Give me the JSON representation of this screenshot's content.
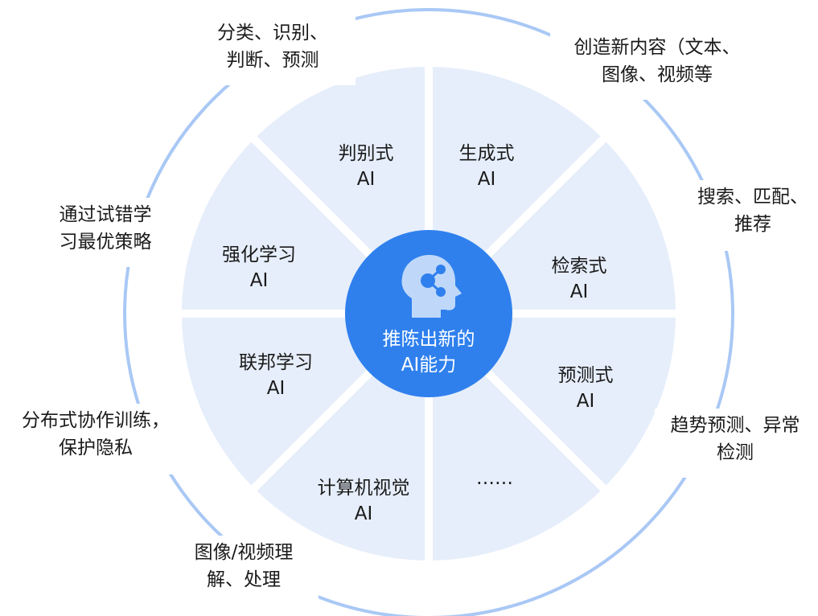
{
  "center": {
    "line1": "推陈出新的",
    "line2": "AI能力"
  },
  "segments": [
    {
      "line1": "判别式",
      "line2": "AI"
    },
    {
      "line1": "生成式",
      "line2": "AI"
    },
    {
      "line1": "检索式",
      "line2": "AI"
    },
    {
      "line1": "预测式",
      "line2": "AI"
    },
    {
      "line1": "……",
      "line2": ""
    },
    {
      "line1": "计算机视觉",
      "line2": "AI"
    },
    {
      "line1": "联邦学习",
      "line2": "AI"
    },
    {
      "line1": "强化学习",
      "line2": "AI"
    }
  ],
  "descriptions": [
    {
      "line1": "分类、识别、",
      "line2": "判断、预测"
    },
    {
      "line1": "创造新内容（文本、",
      "line2": "图像、视频等"
    },
    {
      "line1": "搜索、匹配、",
      "line2": "推荐"
    },
    {
      "line1": "趋势预测、异常",
      "line2": "检测"
    },
    {
      "line1": "图像/视频理",
      "line2": "解、处理"
    },
    {
      "line1": "分布式协作训练，",
      "line2": "保护隐私"
    },
    {
      "line1": "通过试错学",
      "line2": "习最优策略"
    }
  ],
  "colors": {
    "segment_fill": "#e6eefb",
    "center_fill": "#2f80ed",
    "outer_ring": "#a9c8f5",
    "text": "#1a1a1a"
  },
  "icons": {
    "center": "ai-head-icon"
  }
}
